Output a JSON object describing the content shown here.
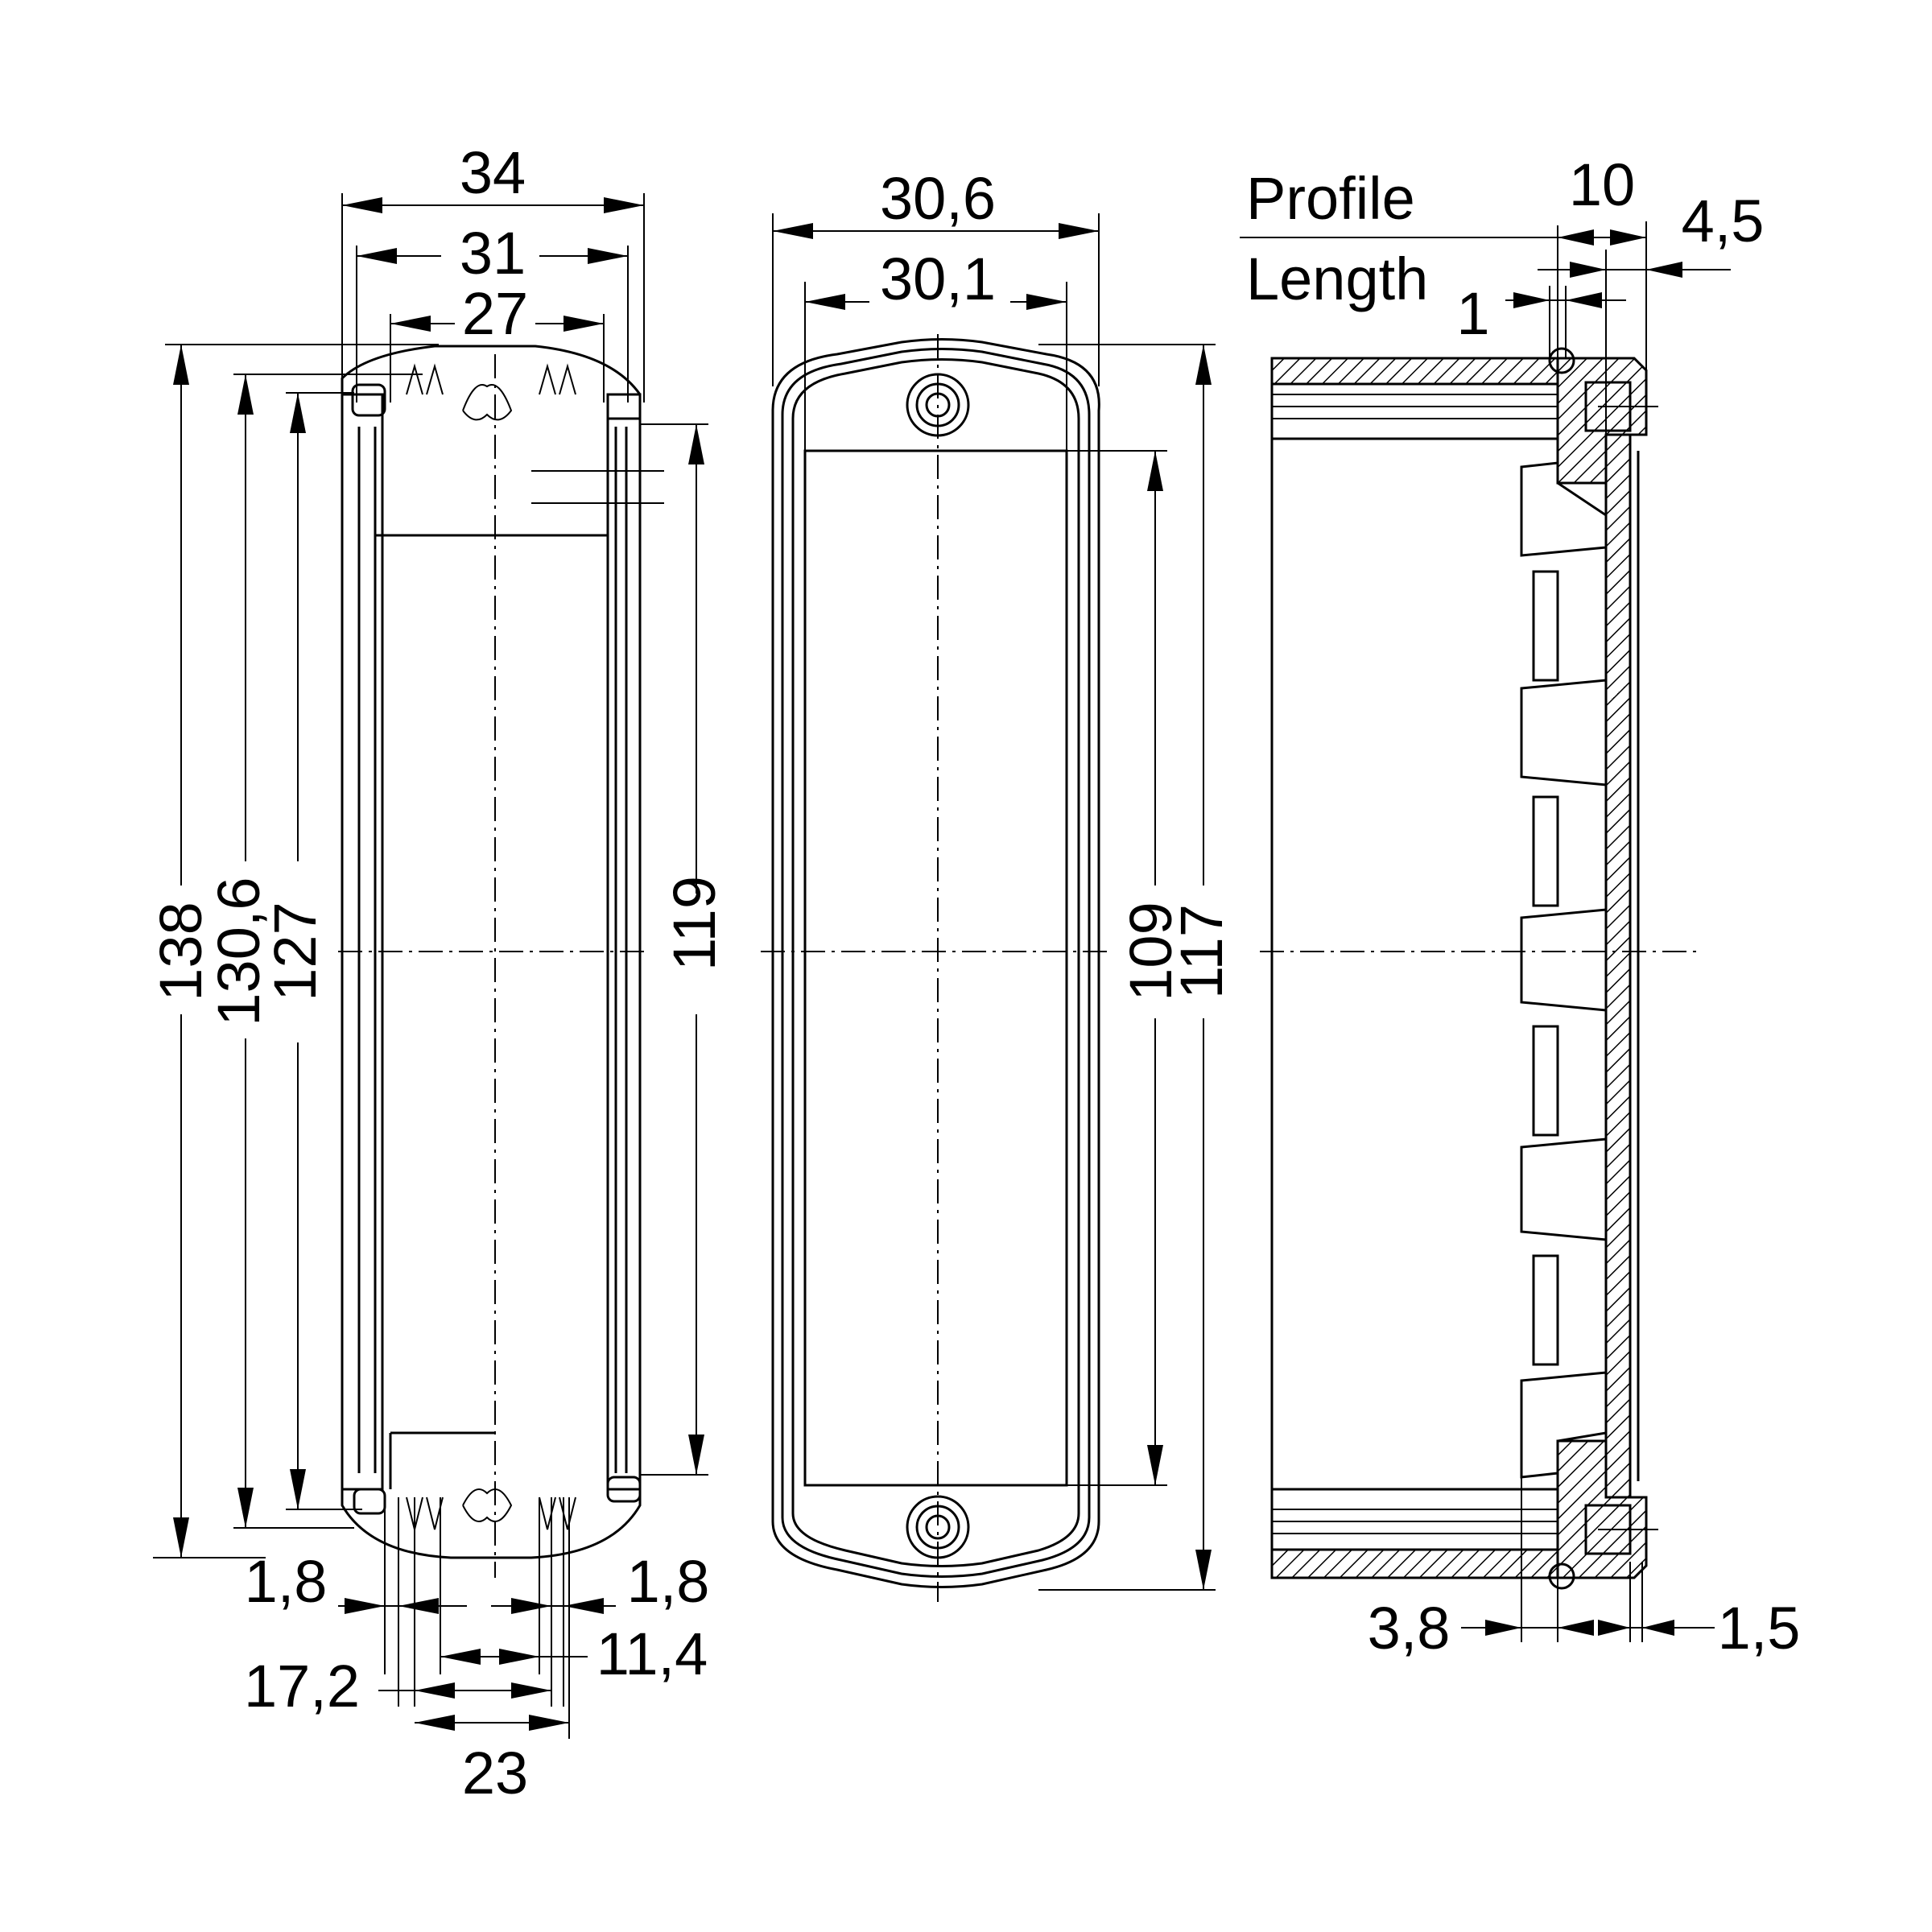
{
  "front_view": {
    "dim_34": "34",
    "dim_31": "31",
    "dim_27": "27",
    "dim_138": "138",
    "dim_130_6": "130,6",
    "dim_127": "127",
    "dim_119": "119",
    "dim_1_8_left": "1,8",
    "dim_1_8_right": "1,8",
    "dim_17_2": "17,2",
    "dim_11_4": "11,4",
    "dim_23": "23"
  },
  "cover_view": {
    "dim_30_6": "30,6",
    "dim_30_1": "30,1",
    "dim_109": "109",
    "dim_117": "117"
  },
  "profile_view": {
    "profile_label": "Profile",
    "length_label": "Length",
    "dim_10": "10",
    "dim_4_5": "4,5",
    "dim_1": "1",
    "dim_3_8": "3,8",
    "dim_1_5": "1,5"
  }
}
